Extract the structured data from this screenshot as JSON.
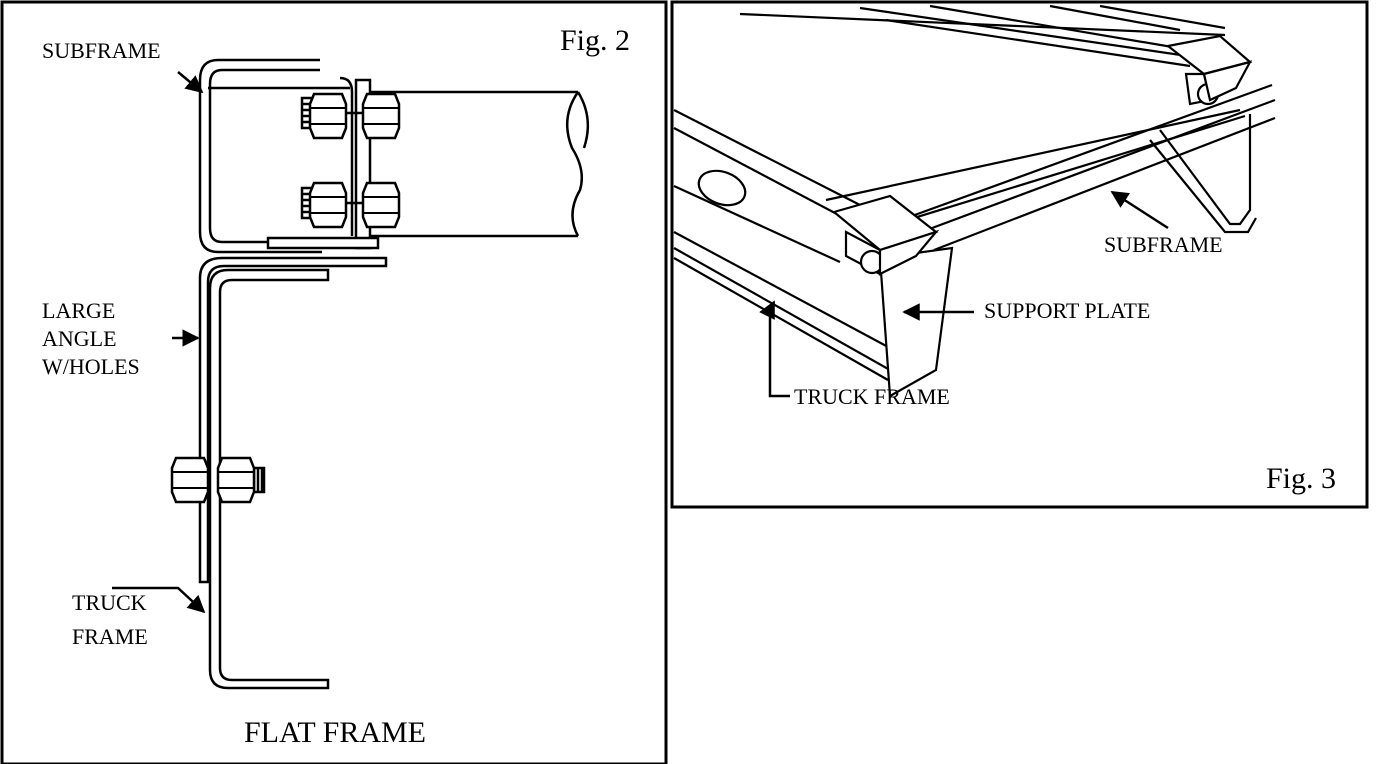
{
  "fig2": {
    "title": "Fig. 2",
    "caption": "FLAT FRAME",
    "labels": {
      "subframe": "SUBFRAME",
      "large_angle": [
        "LARGE",
        "ANGLE",
        "W/HOLES"
      ],
      "truck_frame": [
        "TRUCK",
        "FRAME"
      ]
    }
  },
  "fig3": {
    "title": "Fig. 3",
    "labels": {
      "subframe": "SUBFRAME",
      "support_plate": "SUPPORT PLATE",
      "truck_frame": "TRUCK FRAME"
    }
  }
}
